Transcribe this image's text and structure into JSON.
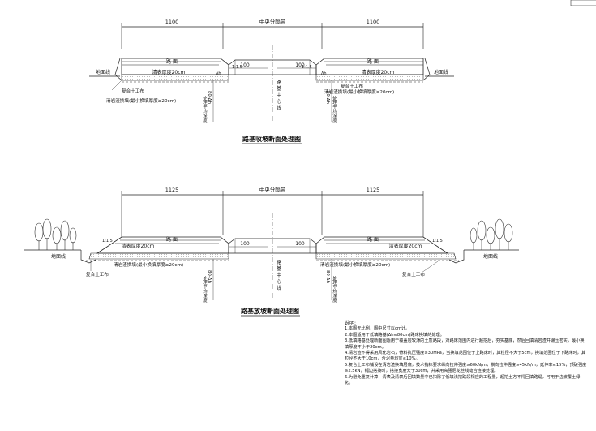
{
  "section1": {
    "title": "路基收坡断面处理图",
    "dim_left": "1100",
    "dim_right": "1100",
    "dim_center": "中央分隔带",
    "dim_100_left": "100",
    "dim_100_right": "100",
    "road_left": "路 面",
    "road_right": "路 面",
    "ground_left": "地面线",
    "ground_right": "地面线",
    "clear_left": "清表厚度20cm",
    "clear_right": "清表厚度20cm",
    "fill_left": "清岩渣换填(最小换填厚度≥20cm)",
    "fill_right": "清岩渣换填(最小换填厚度≥20cm)",
    "geo_left": "复合土工布",
    "geo_right": "复合土工布",
    "h_left": "80-Δh",
    "h_right": "80-Δh",
    "dh_left": "Δh",
    "dh_right": "Δh",
    "slope_left": "1:1.5",
    "slope_right": "1:1.5",
    "center_line": "路 基 中 心 线",
    "treat_left": "处理平均深度",
    "treat_right": "处理平均深度"
  },
  "section2": {
    "title": "路基放坡断面处理图",
    "dim_left": "1125",
    "dim_right": "1125",
    "dim_center": "中央分隔带",
    "dim_100_left": "100",
    "dim_100_right": "100",
    "road_left": "路 面",
    "road_right": "路 面",
    "ground_left": "地面线",
    "ground_right": "地面线",
    "clear_left": "清表厚度20cm",
    "clear_right": "清表厚度20cm",
    "fill_left": "清岩渣换填(最小换填厚度≥20cm)",
    "fill_right": "清岩渣换填(最小换填厚度≥20cm)",
    "geo_left": "复合土工布",
    "geo_right": "复合土工布",
    "h_left": "80-Δh",
    "h_right": "80-Δh",
    "slope_left": "1:1.5",
    "slope_right": "1:1.5",
    "center_line": "路 基 中 心 线",
    "treat_left": "处理平均深度",
    "treat_right": "处理平均深度"
  },
  "notes": {
    "title": "说明:",
    "items": [
      "1.本图无比例，图中尺寸以cm计。",
      "2.本图适用于低填路基(Δh≤80cm)路床换填的处理。",
      "3.低填路基处理断面图适用于覆盖层较薄的土质路段，对路床范围内进行超挖后，夯实基底，然后回填清岩渣并碾压密实，最小换填厚度不小于20cm。",
      "4.清岩渣不得采用风化岩石，骨料抗压强度≥30MPa，当换填范围位于上路床时，其粒径不大于5cm，换填范围位于下路床时，其粒径不大于10cm，含泥量均宜≤10%。",
      "5.复合土工布铺设在清岩渣换填层底，技术指标要求纵向拉伸强度≥60kN/m，横向拉伸强度≥45kN/m，延伸率≤15%，顶破强度≥2.5kN，幅边搭接时，搭接宽度大于30cm，并采用高强尼龙丝线缝合连接处理。",
      "6.为避免重复计算，清表及清表后回填数量中已扣除了低填浅挖路段相应的工程量，超挖土方不得回填路堤，可用于边坡覆土绿化。"
    ]
  }
}
